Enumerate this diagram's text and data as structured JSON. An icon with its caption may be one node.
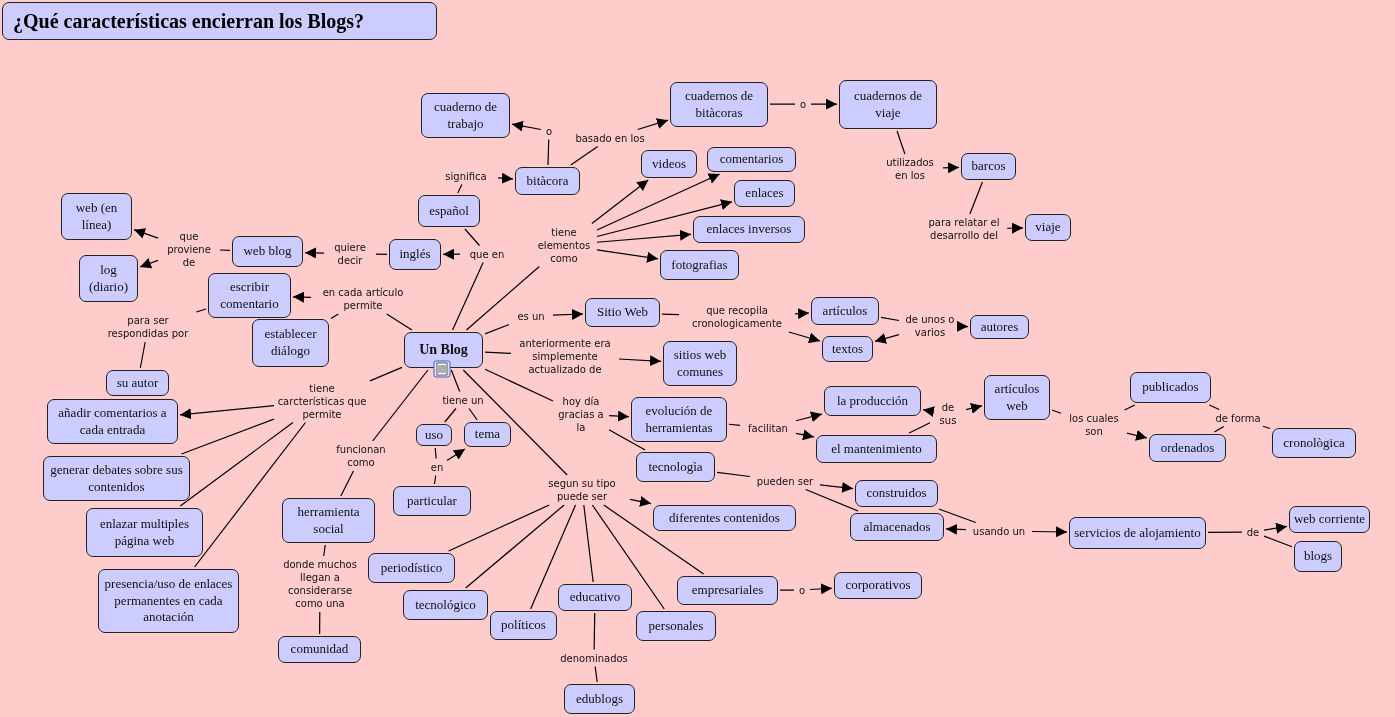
{
  "diagram": {
    "title": "¿Qué características encierran los Blogs?",
    "nodes": [
      {
        "text": [
          "Un Blog"
        ]
      },
      {
        "text": [
          "significa"
        ]
      },
      {
        "text": [
          "español"
        ]
      },
      {
        "text": [
          "que en"
        ]
      },
      {
        "text": [
          "inglés"
        ]
      },
      {
        "text": [
          "o"
        ]
      },
      {
        "text": [
          "cuaderno de trabajo"
        ]
      },
      {
        "text": [
          "bitàcora"
        ]
      },
      {
        "text": [
          "basado en los"
        ]
      },
      {
        "text": [
          "cuadernos de bitàcoras"
        ]
      },
      {
        "text": [
          "o"
        ]
      },
      {
        "text": [
          "cuadernos de viaje"
        ]
      },
      {
        "text": [
          "utilizados en los"
        ]
      },
      {
        "text": [
          "barcos"
        ]
      },
      {
        "text": [
          "para relatar el desarrollo del"
        ]
      },
      {
        "text": [
          "viaje"
        ]
      },
      {
        "text": [
          "quiere decir"
        ]
      },
      {
        "text": [
          "web blog"
        ]
      },
      {
        "text": [
          "que proviene de"
        ]
      },
      {
        "text": [
          "web (en línea)"
        ]
      },
      {
        "text": [
          "log (diario)"
        ]
      },
      {
        "text": [
          "en cada artículo permite"
        ]
      },
      {
        "text": [
          "escribir comentario"
        ]
      },
      {
        "text": [
          "establecer diálogo"
        ]
      },
      {
        "text": [
          "para ser respondidas por"
        ]
      },
      {
        "text": [
          "su autor"
        ]
      },
      {
        "text": [
          "tiene carcterísticas que permite"
        ]
      },
      {
        "text": [
          "añadir comentarios a cada entrada"
        ]
      },
      {
        "text": [
          "generar debates sobre sus contenidos"
        ]
      },
      {
        "text": [
          "enlazar multiples página web"
        ]
      },
      {
        "text": [
          "presencia/uso de enlaces permanentes en cada anotación"
        ]
      },
      {
        "text": [
          "funcionan como"
        ]
      },
      {
        "text": [
          "herramienta social"
        ]
      },
      {
        "text": [
          "donde muchos llegan a considerarse como una"
        ]
      },
      {
        "text": [
          "comunidad"
        ]
      },
      {
        "text": [
          "tiene un"
        ]
      },
      {
        "text": [
          "uso"
        ]
      },
      {
        "text": [
          "tema"
        ]
      },
      {
        "text": [
          "en"
        ]
      },
      {
        "text": [
          "particular"
        ]
      },
      {
        "text": [
          "tiene elementos como"
        ]
      },
      {
        "text": [
          "videos"
        ]
      },
      {
        "text": [
          "comentarios"
        ]
      },
      {
        "text": [
          "enlaces"
        ]
      },
      {
        "text": [
          "enlaces inversos"
        ]
      },
      {
        "text": [
          "fotografias"
        ]
      },
      {
        "text": [
          "es un"
        ]
      },
      {
        "text": [
          "Sitio Web"
        ]
      },
      {
        "text": [
          "que recopila cronologicamente"
        ]
      },
      {
        "text": [
          "artículos"
        ]
      },
      {
        "text": [
          "textos"
        ]
      },
      {
        "text": [
          "de unos o varios"
        ]
      },
      {
        "text": [
          "autores"
        ]
      },
      {
        "text": [
          "anteriormente era simplemente actualizado de"
        ]
      },
      {
        "text": [
          "sitios web comunes"
        ]
      },
      {
        "text": [
          "hoy día gracias a la"
        ]
      },
      {
        "text": [
          "evolución de herramientas"
        ]
      },
      {
        "text": [
          "tecnologìa"
        ]
      },
      {
        "text": [
          "facilitan"
        ]
      },
      {
        "text": [
          "la producción"
        ]
      },
      {
        "text": [
          "el mantenimiento"
        ]
      },
      {
        "text": [
          "de sus"
        ]
      },
      {
        "text": [
          "artículos web"
        ]
      },
      {
        "text": [
          "los cuales son"
        ]
      },
      {
        "text": [
          "publicados"
        ]
      },
      {
        "text": [
          "ordenados"
        ]
      },
      {
        "text": [
          "de forma"
        ]
      },
      {
        "text": [
          "cronològica"
        ]
      },
      {
        "text": [
          "pueden ser"
        ]
      },
      {
        "text": [
          "construidos"
        ]
      },
      {
        "text": [
          "almacenados"
        ]
      },
      {
        "text": [
          "usando un"
        ]
      },
      {
        "text": [
          "servicios de alojamiento"
        ]
      },
      {
        "text": [
          "de"
        ]
      },
      {
        "text": [
          "web corriente"
        ]
      },
      {
        "text": [
          "blogs"
        ]
      },
      {
        "text": [
          "segun su tipo puede ser"
        ]
      },
      {
        "text": [
          "diferentes contenidos"
        ]
      },
      {
        "text": [
          "periodístico"
        ]
      },
      {
        "text": [
          "tecnológico"
        ]
      },
      {
        "text": [
          "políticos"
        ]
      },
      {
        "text": [
          "educativo"
        ]
      },
      {
        "text": [
          "personales"
        ]
      },
      {
        "text": [
          "empresariales"
        ]
      },
      {
        "text": [
          "o"
        ]
      },
      {
        "text": [
          "corporativos"
        ]
      },
      {
        "text": [
          "denominados"
        ]
      },
      {
        "text": [
          "edublogs"
        ]
      }
    ],
    "edges": [
      {
        "from": 0,
        "to": 3,
        "arrow": "none"
      },
      {
        "from": 3,
        "to": 2,
        "arrow": "none"
      },
      {
        "from": 3,
        "to": 4,
        "arrow": "to"
      },
      {
        "from": 2,
        "to": 1,
        "arrow": "none"
      },
      {
        "from": 1,
        "to": 7,
        "arrow": "to"
      },
      {
        "from": 7,
        "to": 5,
        "arrow": "none"
      },
      {
        "from": 5,
        "to": 6,
        "arrow": "to"
      },
      {
        "from": 7,
        "to": 8,
        "arrow": "none"
      },
      {
        "from": 8,
        "to": 9,
        "arrow": "to"
      },
      {
        "from": 9,
        "to": 10,
        "arrow": "none"
      },
      {
        "from": 10,
        "to": 11,
        "arrow": "to"
      },
      {
        "from": 11,
        "to": 12,
        "arrow": "none"
      },
      {
        "from": 12,
        "to": 13,
        "arrow": "to"
      },
      {
        "from": 13,
        "to": 14,
        "arrow": "none"
      },
      {
        "from": 14,
        "to": 15,
        "arrow": "to"
      },
      {
        "from": 4,
        "to": 16,
        "arrow": "none"
      },
      {
        "from": 16,
        "to": 17,
        "arrow": "to"
      },
      {
        "from": 17,
        "to": 18,
        "arrow": "none"
      },
      {
        "from": 18,
        "to": 19,
        "arrow": "to"
      },
      {
        "from": 18,
        "to": 20,
        "arrow": "to"
      },
      {
        "from": 0,
        "to": 21,
        "arrow": "none"
      },
      {
        "from": 21,
        "to": 22,
        "arrow": "to"
      },
      {
        "from": 21,
        "to": 23,
        "arrow": "none"
      },
      {
        "from": 22,
        "to": 24,
        "arrow": "none"
      },
      {
        "from": 24,
        "to": 25,
        "arrow": "none"
      },
      {
        "from": 0,
        "to": 26,
        "arrow": "none"
      },
      {
        "from": 26,
        "to": 27,
        "arrow": "to"
      },
      {
        "from": 26,
        "to": 28,
        "arrow": "none"
      },
      {
        "from": 26,
        "to": 29,
        "arrow": "none"
      },
      {
        "from": 26,
        "to": 30,
        "arrow": "none"
      },
      {
        "from": 0,
        "to": 31,
        "arrow": "none"
      },
      {
        "from": 31,
        "to": 32,
        "arrow": "none"
      },
      {
        "from": 32,
        "to": 33,
        "arrow": "none"
      },
      {
        "from": 33,
        "to": 34,
        "arrow": "none"
      },
      {
        "from": 0,
        "to": 35,
        "arrow": "none"
      },
      {
        "from": 35,
        "to": 36,
        "arrow": "none"
      },
      {
        "from": 35,
        "to": 37,
        "arrow": "none"
      },
      {
        "from": 36,
        "to": 38,
        "arrow": "none"
      },
      {
        "from": 38,
        "to": 39,
        "arrow": "none"
      },
      {
        "from": 38,
        "to": 37,
        "arrow": "to"
      },
      {
        "from": 0,
        "to": 40,
        "arrow": "none"
      },
      {
        "from": 40,
        "to": 41,
        "arrow": "to"
      },
      {
        "from": 40,
        "to": 42,
        "arrow": "to"
      },
      {
        "from": 40,
        "to": 43,
        "arrow": "to"
      },
      {
        "from": 40,
        "to": 44,
        "arrow": "to"
      },
      {
        "from": 40,
        "to": 45,
        "arrow": "to"
      },
      {
        "from": 0,
        "to": 46,
        "arrow": "none"
      },
      {
        "from": 46,
        "to": 47,
        "arrow": "to"
      },
      {
        "from": 47,
        "to": 48,
        "arrow": "none"
      },
      {
        "from": 48,
        "to": 49,
        "arrow": "to"
      },
      {
        "from": 48,
        "to": 50,
        "arrow": "to"
      },
      {
        "from": 49,
        "to": 51,
        "arrow": "none"
      },
      {
        "from": 51,
        "to": 52,
        "arrow": "to"
      },
      {
        "from": 51,
        "to": 50,
        "arrow": "to"
      },
      {
        "from": 0,
        "to": 53,
        "arrow": "none"
      },
      {
        "from": 53,
        "to": 54,
        "arrow": "to"
      },
      {
        "from": 0,
        "to": 55,
        "arrow": "none"
      },
      {
        "from": 55,
        "to": 56,
        "arrow": "to"
      },
      {
        "from": 55,
        "to": 57,
        "arrow": "none"
      },
      {
        "from": 56,
        "to": 58,
        "arrow": "none"
      },
      {
        "from": 58,
        "to": 59,
        "arrow": "to"
      },
      {
        "from": 58,
        "to": 60,
        "arrow": "to"
      },
      {
        "from": 60,
        "to": 61,
        "arrow": "none"
      },
      {
        "from": 61,
        "to": 59,
        "arrow": "to"
      },
      {
        "from": 61,
        "to": 62,
        "arrow": "to"
      },
      {
        "from": 62,
        "to": 63,
        "arrow": "none"
      },
      {
        "from": 63,
        "to": 64,
        "arrow": "none"
      },
      {
        "from": 63,
        "to": 65,
        "arrow": "to"
      },
      {
        "from": 65,
        "to": 66,
        "arrow": "none"
      },
      {
        "from": 66,
        "to": 64,
        "arrow": "none"
      },
      {
        "from": 66,
        "to": 67,
        "arrow": "none"
      },
      {
        "from": 57,
        "to": 68,
        "arrow": "none"
      },
      {
        "from": 68,
        "to": 69,
        "arrow": "to"
      },
      {
        "from": 68,
        "to": 70,
        "arrow": "none"
      },
      {
        "from": 69,
        "to": 71,
        "arrow": "none"
      },
      {
        "from": 71,
        "to": 70,
        "arrow": "to"
      },
      {
        "from": 71,
        "to": 72,
        "arrow": "to"
      },
      {
        "from": 72,
        "to": 73,
        "arrow": "none"
      },
      {
        "from": 73,
        "to": 74,
        "arrow": "to"
      },
      {
        "from": 73,
        "to": 75,
        "arrow": "none"
      },
      {
        "from": 0,
        "to": 76,
        "arrow": "none"
      },
      {
        "from": 76,
        "to": 77,
        "arrow": "to"
      },
      {
        "from": 76,
        "to": 78,
        "arrow": "none"
      },
      {
        "from": 76,
        "to": 79,
        "arrow": "none"
      },
      {
        "from": 76,
        "to": 80,
        "arrow": "none"
      },
      {
        "from": 76,
        "to": 81,
        "arrow": "none"
      },
      {
        "from": 76,
        "to": 82,
        "arrow": "none"
      },
      {
        "from": 76,
        "to": 83,
        "arrow": "none"
      },
      {
        "from": 81,
        "to": 86,
        "arrow": "none"
      },
      {
        "from": 86,
        "to": 87,
        "arrow": "none"
      },
      {
        "from": 83,
        "to": 84,
        "arrow": "none"
      },
      {
        "from": 84,
        "to": 85,
        "arrow": "to"
      }
    ]
  }
}
